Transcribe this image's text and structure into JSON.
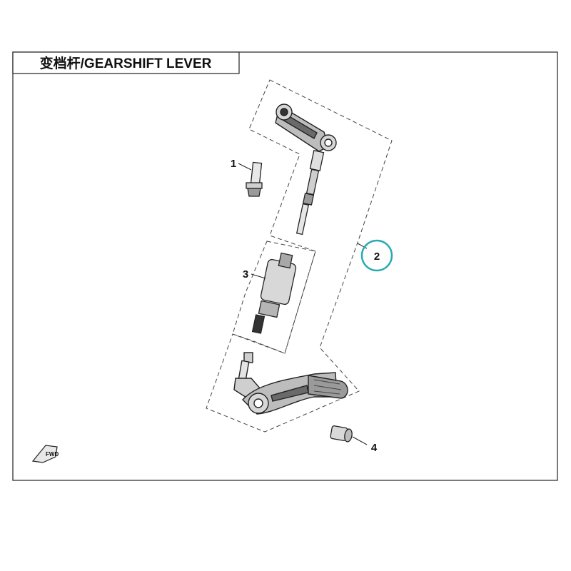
{
  "diagram": {
    "title": "变档杆/GEARSHIFT LEVER",
    "highlight_color": "#2aa9b5",
    "callouts": [
      {
        "number": "1",
        "part": "flange-bolt"
      },
      {
        "number": "2",
        "part": "shift-rod-assembly",
        "highlighted": true
      },
      {
        "number": "3",
        "part": "shift-sensor"
      },
      {
        "number": "4",
        "part": "lever-pin"
      }
    ],
    "direction_marker": "FWD"
  }
}
